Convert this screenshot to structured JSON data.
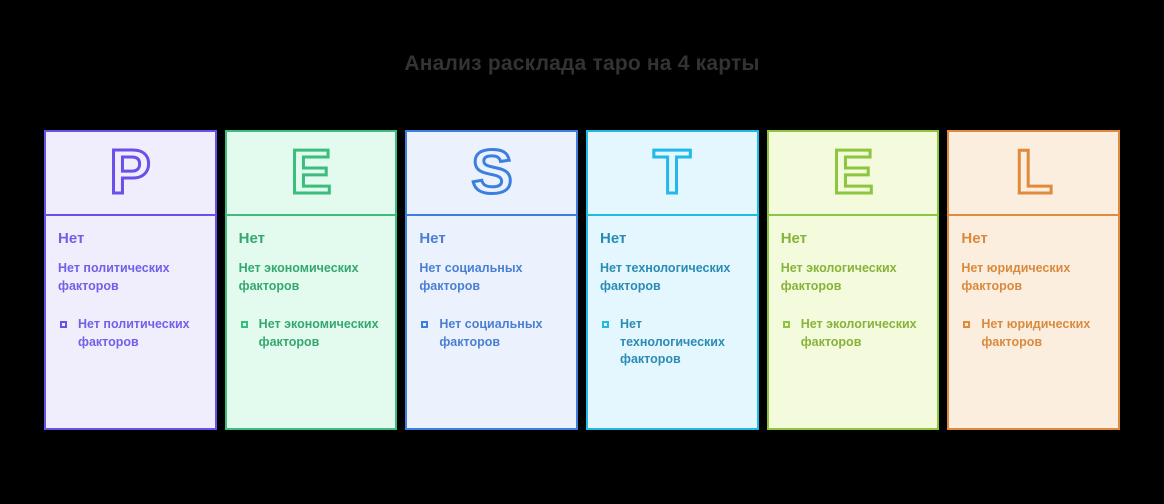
{
  "page": {
    "background": "#000000",
    "title": "Анализ расклада таро на 4 карты",
    "title_color": "#333333"
  },
  "framework": {
    "name": "PESTEL",
    "card_count": 6
  },
  "cards": [
    {
      "letter": "P",
      "letter_icon": "letter-p-outline-icon",
      "title": "Нет",
      "subtitle": "Нет политических факторов",
      "bullets": [
        "Нет политических факторов"
      ],
      "border_color": "#6B4FE8",
      "fill_color": "#F0EEFD",
      "text_color": "#7160E8",
      "accent_color": "#6B4FE8"
    },
    {
      "letter": "E",
      "letter_icon": "letter-e-outline-icon",
      "title": "Нет",
      "subtitle": "Нет экономических факторов",
      "bullets": [
        "Нет экономических факторов"
      ],
      "border_color": "#3BBD7E",
      "fill_color": "#E2FBEE",
      "text_color": "#34A86F",
      "accent_color": "#3BBD7E"
    },
    {
      "letter": "S",
      "letter_icon": "letter-s-outline-icon",
      "title": "Нет",
      "subtitle": "Нет социальных факторов",
      "bullets": [
        "Нет социальных факторов"
      ],
      "border_color": "#3C7FDE",
      "fill_color": "#EBF2FD",
      "text_color": "#4A7FD4",
      "accent_color": "#3C7FDE"
    },
    {
      "letter": "T",
      "letter_icon": "letter-t-outline-icon",
      "title": "Нет",
      "subtitle": "Нет технологических факторов",
      "bullets": [
        "Нет технологических факторов"
      ],
      "border_color": "#22B8E8",
      "fill_color": "#E4F7FE",
      "text_color": "#2A8CB5",
      "accent_color": "#22B8E8"
    },
    {
      "letter": "E",
      "letter_icon": "letter-e-outline-icon",
      "title": "Нет",
      "subtitle": "Нет экологических факторов",
      "bullets": [
        "Нет экологических факторов"
      ],
      "border_color": "#8CC63E",
      "fill_color": "#F4FBDC",
      "text_color": "#86B33A",
      "accent_color": "#8CC63E"
    },
    {
      "letter": "L",
      "letter_icon": "letter-l-outline-icon",
      "title": "Нет",
      "subtitle": "Нет юридических факторов",
      "bullets": [
        "Нет юридических факторов"
      ],
      "border_color": "#E08A3C",
      "fill_color": "#FCEEDF",
      "text_color": "#D98A3E",
      "accent_color": "#E08A3C"
    }
  ]
}
